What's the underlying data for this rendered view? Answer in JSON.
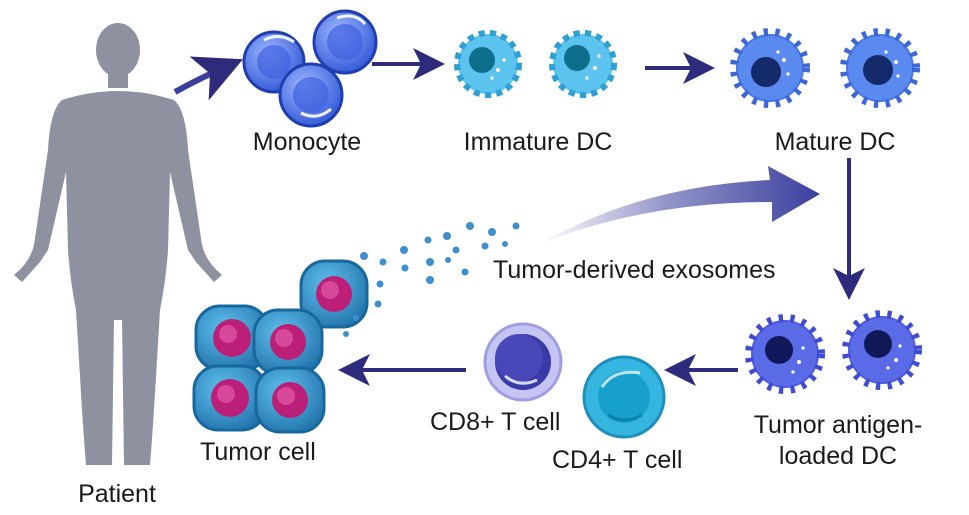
{
  "labels": {
    "patient": "Patient",
    "monocyte": "Monocyte",
    "immature_dc": "Immature DC",
    "mature_dc": "Mature DC",
    "exosomes": "Tumor-derived exosomes",
    "loaded_dc_line1": "Tumor antigen-",
    "loaded_dc_line2": "loaded DC",
    "cd8": "CD8+ T cell",
    "cd4": "CD4+ T cell",
    "tumor_cell": "Tumor cell"
  },
  "colors": {
    "silhouette": "#8e92a0",
    "arrow": "#2e2b7c",
    "big_arrow": "#3b3f9e",
    "monocyte": "#3f63e0",
    "immature_dc": "#5bc3ee",
    "mature_dc": "#4778e8",
    "loaded_dc": "#4f5be0",
    "cd8": "#b4b3ec",
    "cd4": "#35b6e0",
    "tumor": "#2f8fc4",
    "tumor_nucleus": "#bb1f78",
    "exosome": "#3f8fcf"
  }
}
